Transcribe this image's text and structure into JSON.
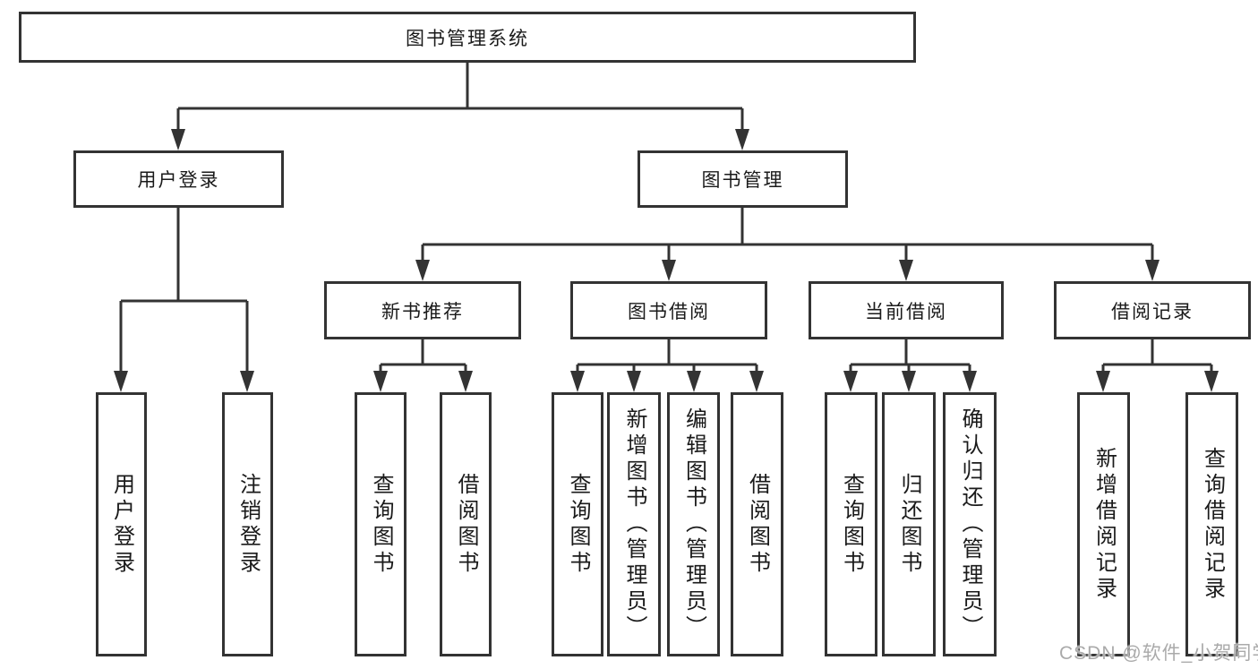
{
  "diagram": {
    "root": {
      "label": "图书管理系统"
    },
    "login": {
      "label": "用户登录",
      "children": [
        {
          "label": "用户登录"
        },
        {
          "label": "注销登录"
        }
      ]
    },
    "manage": {
      "label": "图书管理",
      "groups": [
        {
          "label": "新书推荐",
          "children": [
            {
              "label": "查询图书"
            },
            {
              "label": "借阅图书"
            }
          ]
        },
        {
          "label": "图书借阅",
          "children": [
            {
              "label": "查询图书"
            },
            {
              "label": "新增图书（管理员）"
            },
            {
              "label": "编辑图书（管理员）"
            },
            {
              "label": "借阅图书"
            }
          ]
        },
        {
          "label": "当前借阅",
          "children": [
            {
              "label": "查询图书"
            },
            {
              "label": "归还图书"
            },
            {
              "label": "确认归还（管理员）"
            }
          ]
        },
        {
          "label": "借阅记录",
          "children": [
            {
              "label": "新增借阅记录"
            },
            {
              "label": "查询借阅记录"
            }
          ]
        }
      ]
    }
  },
  "watermark": {
    "text": "CSDN @软件_小贺同学"
  },
  "colors": {
    "line": "#333333",
    "box_border": "#333333",
    "box_fill": "#ffffff",
    "text": "#1a1a1a",
    "watermark": "#aaaaaa",
    "background": "#ffffff"
  }
}
